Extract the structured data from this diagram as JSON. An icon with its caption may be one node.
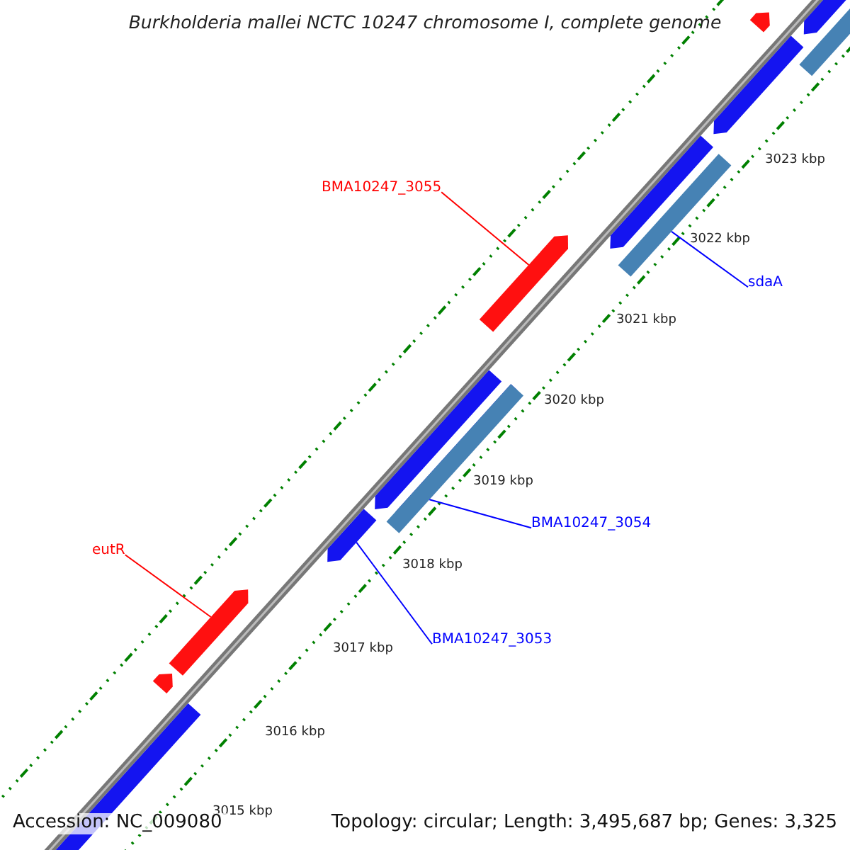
{
  "diagram": {
    "title": "Burkholderia mallei NCTC 10247 chromosome I, complete genome",
    "nodes": [
      {
        "text": [
          "BMA10247_3055"
        ]
      },
      {
        "text": [],
        "shape": "bar"
      },
      {
        "text": [
          "sdaA"
        ]
      },
      {
        "text": [],
        "shape": "bar"
      },
      {
        "text": [
          "BMA10247_3054"
        ]
      },
      {
        "text": [],
        "shape": "bar"
      },
      {
        "text": [
          "eutR"
        ]
      },
      {
        "text": [],
        "shape": "bar"
      },
      {
        "text": [
          "BMA10247_3053"
        ]
      },
      {
        "text": [],
        "shape": "bar"
      }
    ],
    "edges": [
      {
        "from": 0,
        "to": 1,
        "arrow": "none",
        "color": "#ff0000"
      },
      {
        "from": 2,
        "to": 3,
        "arrow": "none"
      },
      {
        "from": 4,
        "to": 5,
        "arrow": "none"
      },
      {
        "from": 6,
        "to": 7,
        "arrow": "none",
        "color": "#ff0000"
      },
      {
        "from": 8,
        "to": 9,
        "arrow": "none"
      }
    ],
    "labels": [
      "3023 kbp",
      "3022 kbp",
      "3021 kbp",
      "3020 kbp",
      "3019 kbp",
      "3018 kbp",
      "3017 kbp",
      "3016 kbp",
      "3015 kbp",
      "Accession: NC_009080",
      "Topology: circular; Length: 3,495,687 bp; Genes: 3,325"
    ]
  }
}
